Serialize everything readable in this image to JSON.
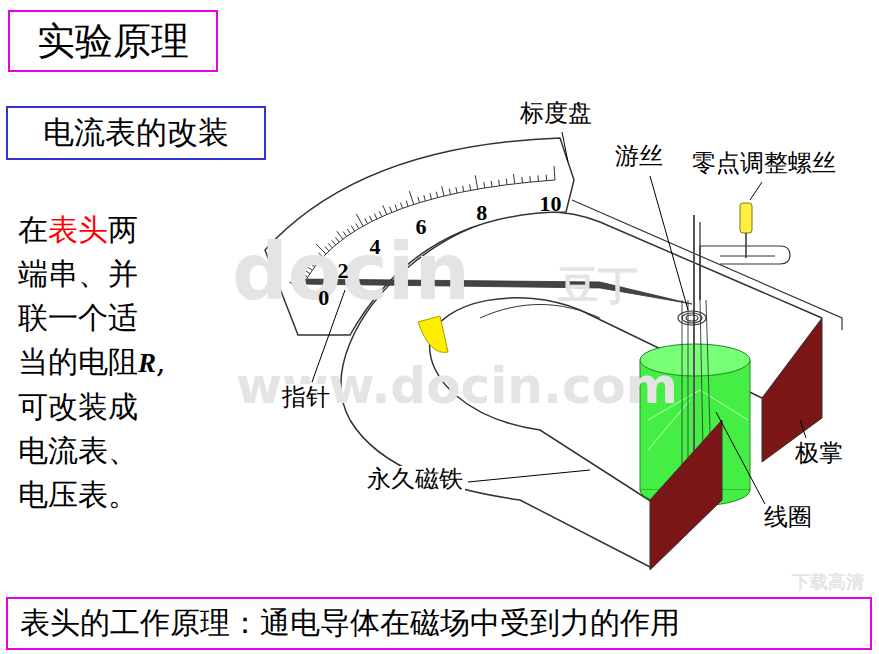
{
  "diagram": {
    "nodes": [
      {
        "text": [
          "实验原理"
        ]
      },
      {
        "text": [
          "电流表的改装"
        ]
      },
      {
        "text": [
          "表头的工作原理：通电导体在磁场中受到力的作用"
        ]
      }
    ],
    "labels": [
      "在",
      "表头",
      "两端串、并联一个适当的电阻",
      "R",
      ",可改装成电流表、电压表。",
      "标度盘",
      "游丝",
      "零点调整螺丝",
      "指针",
      "永久磁铁",
      "极掌",
      "线圈",
      "0",
      "2",
      "4",
      "6",
      "8",
      "10",
      "docin",
      "豆丁",
      "www.docin.com",
      "下载高清"
    ]
  }
}
